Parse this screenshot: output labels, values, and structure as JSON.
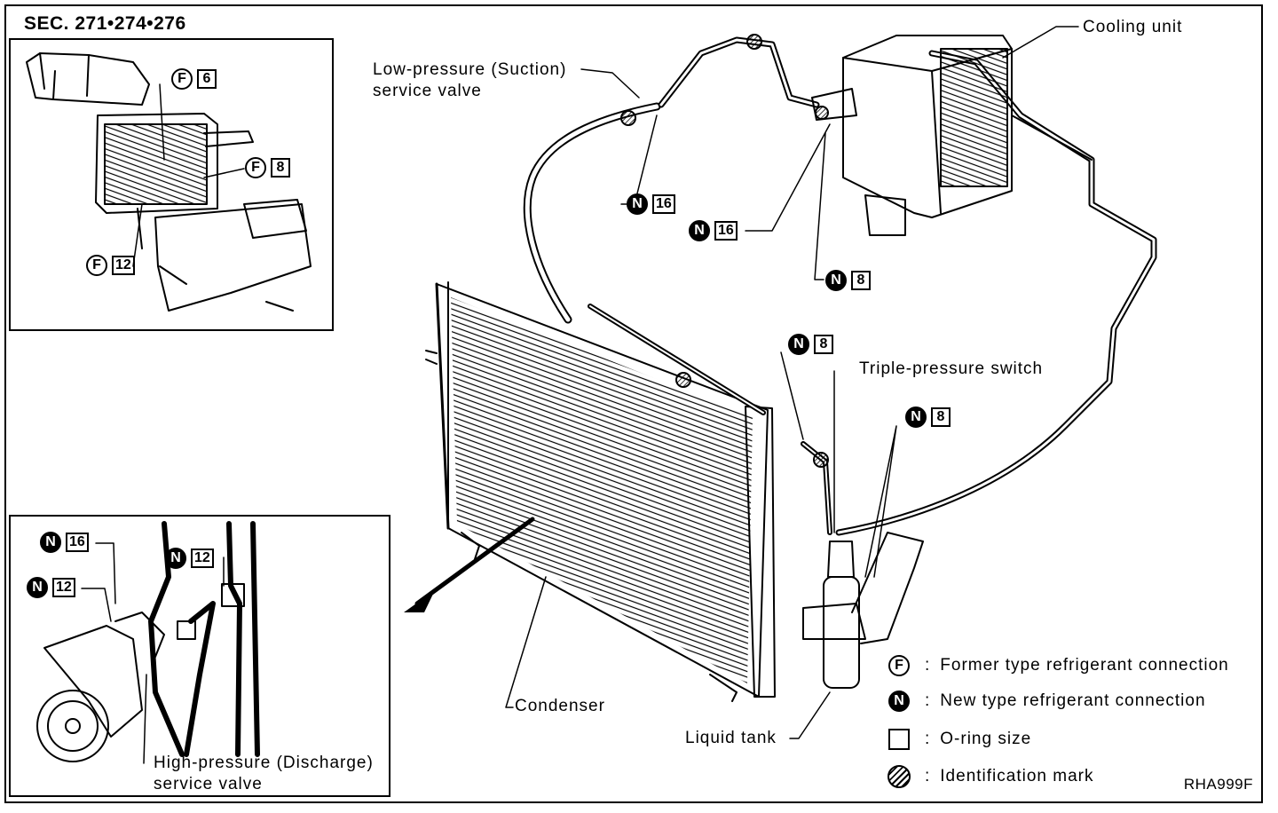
{
  "section_title": "SEC. 271•274•276",
  "callouts": {
    "cooling_unit": "Cooling unit",
    "low_pressure_valve": "Low-pressure (Suction)\nservice valve",
    "triple_pressure_switch": "Triple-pressure switch",
    "condenser": "Condenser",
    "liquid_tank": "Liquid tank",
    "high_pressure_valve": "High-pressure (Discharge)\nservice valve"
  },
  "badges": {
    "inset_f6": {
      "type": "F",
      "size": "6"
    },
    "inset_f8": {
      "type": "F",
      "size": "8"
    },
    "inset_f12": {
      "type": "F",
      "size": "12"
    },
    "main_n16_a": {
      "type": "N",
      "size": "16"
    },
    "main_n16_b": {
      "type": "N",
      "size": "16"
    },
    "main_n8_a": {
      "type": "N",
      "size": "8"
    },
    "main_n8_b": {
      "type": "N",
      "size": "8"
    },
    "main_n8_c": {
      "type": "N",
      "size": "8"
    },
    "comp_n16": {
      "type": "N",
      "size": "16"
    },
    "comp_n12_a": {
      "type": "N",
      "size": "12"
    },
    "comp_n12_b": {
      "type": "N",
      "size": "12"
    }
  },
  "legend": {
    "former": {
      "symbol": "F",
      "text": "Former type refrigerant connection"
    },
    "new": {
      "symbol": "N",
      "text": "New type refrigerant connection"
    },
    "oring": {
      "text": "O-ring size"
    },
    "mark": {
      "text": "Identification mark"
    },
    "colon": ":"
  },
  "figure_code": "RHA999F"
}
